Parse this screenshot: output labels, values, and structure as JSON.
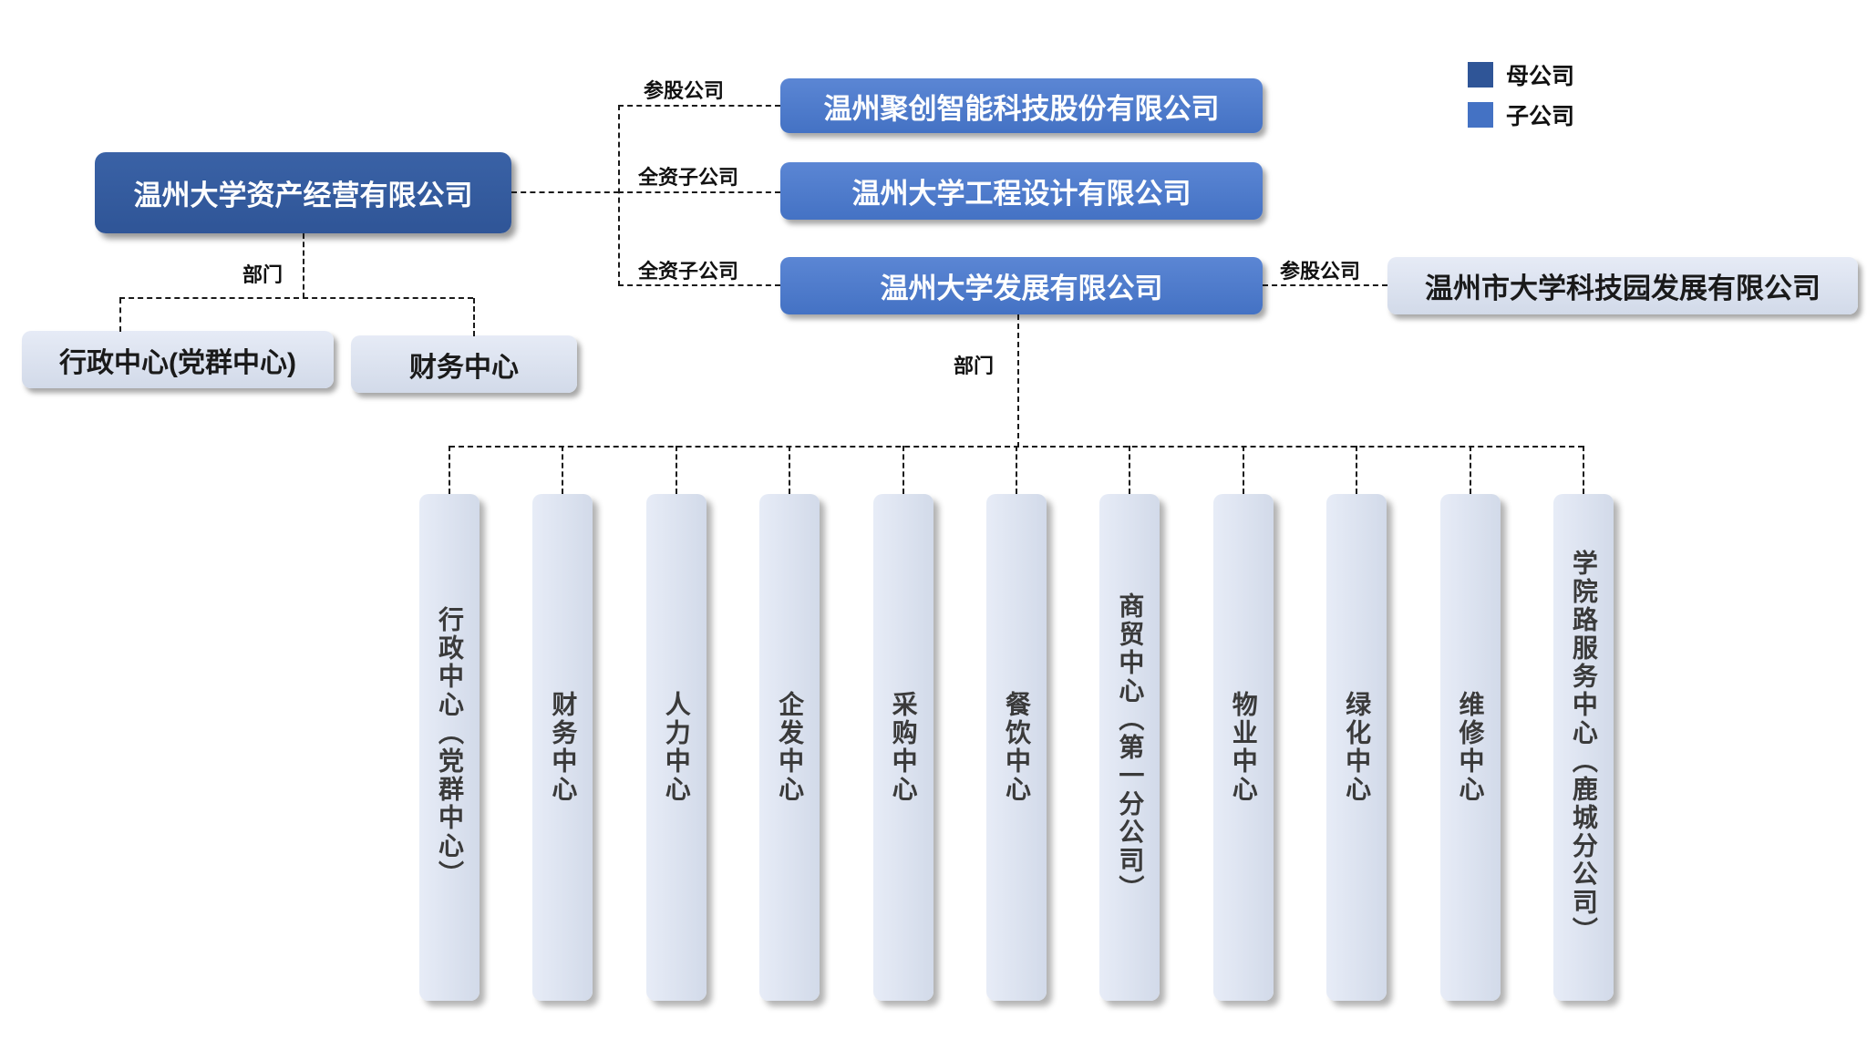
{
  "legend": {
    "items": [
      {
        "label": "母公司",
        "color": "#2F5597"
      },
      {
        "label": "子公司",
        "color": "#4472C4"
      }
    ]
  },
  "parent": {
    "label": "温州大学资产经营有限公司"
  },
  "subsidiaries": [
    {
      "label": "温州聚创智能科技股份有限公司",
      "relation": "参股公司"
    },
    {
      "label": "温州大学工程设计有限公司",
      "relation": "全资子公司"
    },
    {
      "label": "温州大学发展有限公司",
      "relation": "全资子公司"
    }
  ],
  "affiliate": {
    "label": "温州市大学科技园发展有限公司",
    "relation": "参股公司"
  },
  "parent_departments": {
    "label": "部门",
    "items": [
      "行政中心(党群中心)",
      "财务中心"
    ]
  },
  "development_departments": {
    "label": "部门",
    "items": [
      "行政中心（党群中心）",
      "财务中心",
      "人力中心",
      "企发中心",
      "采购中心",
      "餐饮中心",
      "商贸中心（第一分公司）",
      "物业中心",
      "绿化中心",
      "维修中心",
      "学院路服务中心（鹿城分公司）"
    ]
  },
  "colors": {
    "parent_box": "#2F5597",
    "subsidiary_box": "#4472C4",
    "light_box": "#D6DCE9",
    "line": "#1a1a1a"
  }
}
